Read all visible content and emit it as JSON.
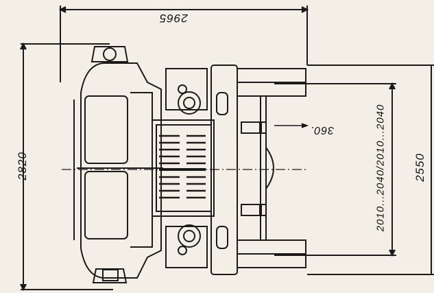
{
  "drawing": {
    "dimensions": {
      "total_length": "2965",
      "total_width": "2820",
      "track_width": "2010...2040/2010...2040",
      "axle_width": "2550",
      "steering_angle": "360."
    }
  }
}
